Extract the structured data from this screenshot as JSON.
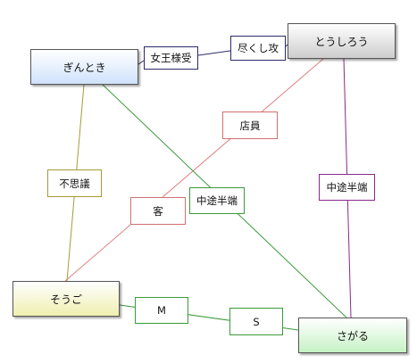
{
  "nodes": {
    "gintoki": "ぎんとき",
    "toushirou": "とうしろう",
    "sougo": "そうご",
    "sagaru": "さがる"
  },
  "edge_labels": {
    "jo_ousama_uke": "女王様受",
    "tsukushi_zeme": "尽くし攻",
    "tenin": "店員",
    "fushigi": "不思議",
    "kyaku": "客",
    "chuto_hanpa_1": "中途半端",
    "chuto_hanpa_2": "中途半端",
    "m": "M",
    "s": "S"
  },
  "colors": {
    "gintoki_toushirou": "#2b2b6b",
    "toushirou_sougo": "#e08080",
    "gintoki_sougo": "#a59a3a",
    "gintoki_sagaru": "#3a9a3a",
    "toushirou_sagaru": "#8a2a8a",
    "sougo_sagaru": "#3a9a3a"
  }
}
